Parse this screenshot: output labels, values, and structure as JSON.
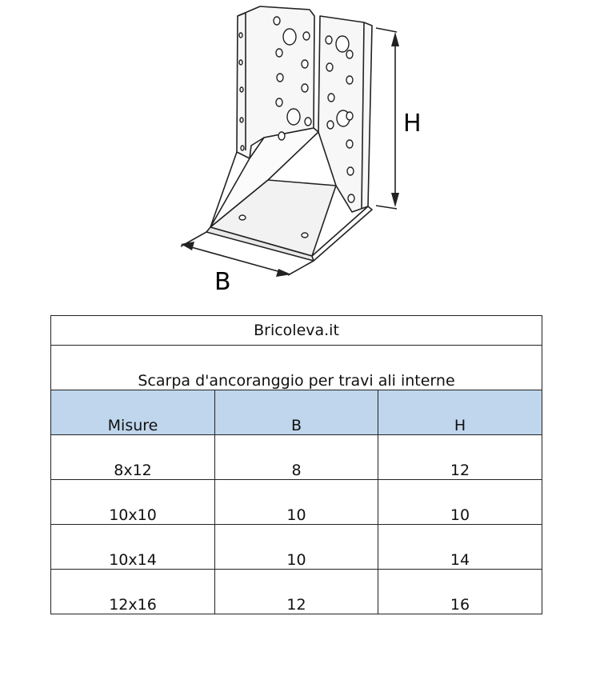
{
  "drawing": {
    "dim_h": "H",
    "dim_b": "B"
  },
  "table": {
    "site": "Bricoleva.it",
    "title": "Scarpa d'ancoranggio per travi ali interne",
    "headers": [
      "Misure",
      "B",
      "H"
    ],
    "rows": [
      [
        "8x12",
        "8",
        "12"
      ],
      [
        "10x10",
        "10",
        "10"
      ],
      [
        "10x14",
        "10",
        "14"
      ],
      [
        "12x16",
        "12",
        "16"
      ]
    ]
  }
}
